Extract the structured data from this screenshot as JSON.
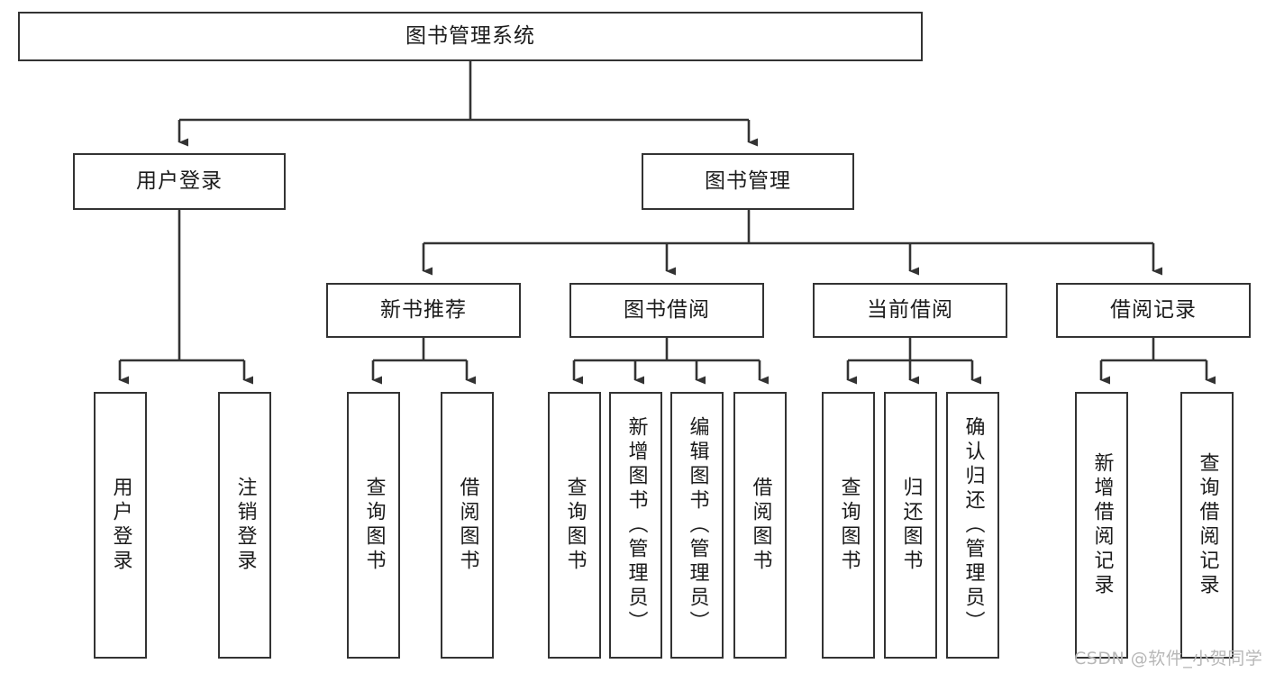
{
  "diagram": {
    "title": "图书管理系统",
    "type": "tree-hierarchy-diagram",
    "colors": {
      "box_border": "#333333",
      "box_fill": "#ffffff",
      "connector": "#333333",
      "text": "#1b1b1b",
      "watermark": "#b7b7b7",
      "background": "#ffffff"
    },
    "root": {
      "label": "图书管理系统"
    },
    "level2": [
      {
        "label": "用户登录"
      },
      {
        "label": "图书管理"
      }
    ],
    "level3": [
      {
        "label": "新书推荐"
      },
      {
        "label": "图书借阅"
      },
      {
        "label": "当前借阅"
      },
      {
        "label": "借阅记录"
      }
    ],
    "leaves": {
      "user_login": [
        {
          "label": "用户登录"
        },
        {
          "label": "注销登录"
        }
      ],
      "new_book_recommend": [
        {
          "label": "查询图书"
        },
        {
          "label": "借阅图书"
        }
      ],
      "book_borrow": [
        {
          "label": "查询图书"
        },
        {
          "label": "新增图书（管理员）"
        },
        {
          "label": "编辑图书（管理员）"
        },
        {
          "label": "借阅图书"
        }
      ],
      "current_borrow": [
        {
          "label": "查询图书"
        },
        {
          "label": "归还图书"
        },
        {
          "label": "确认归还（管理员）"
        }
      ],
      "borrow_record": [
        {
          "label": "新增借阅记录"
        },
        {
          "label": "查询借阅记录"
        }
      ]
    }
  },
  "watermark": {
    "text": "CSDN @软件_小贺同学"
  }
}
